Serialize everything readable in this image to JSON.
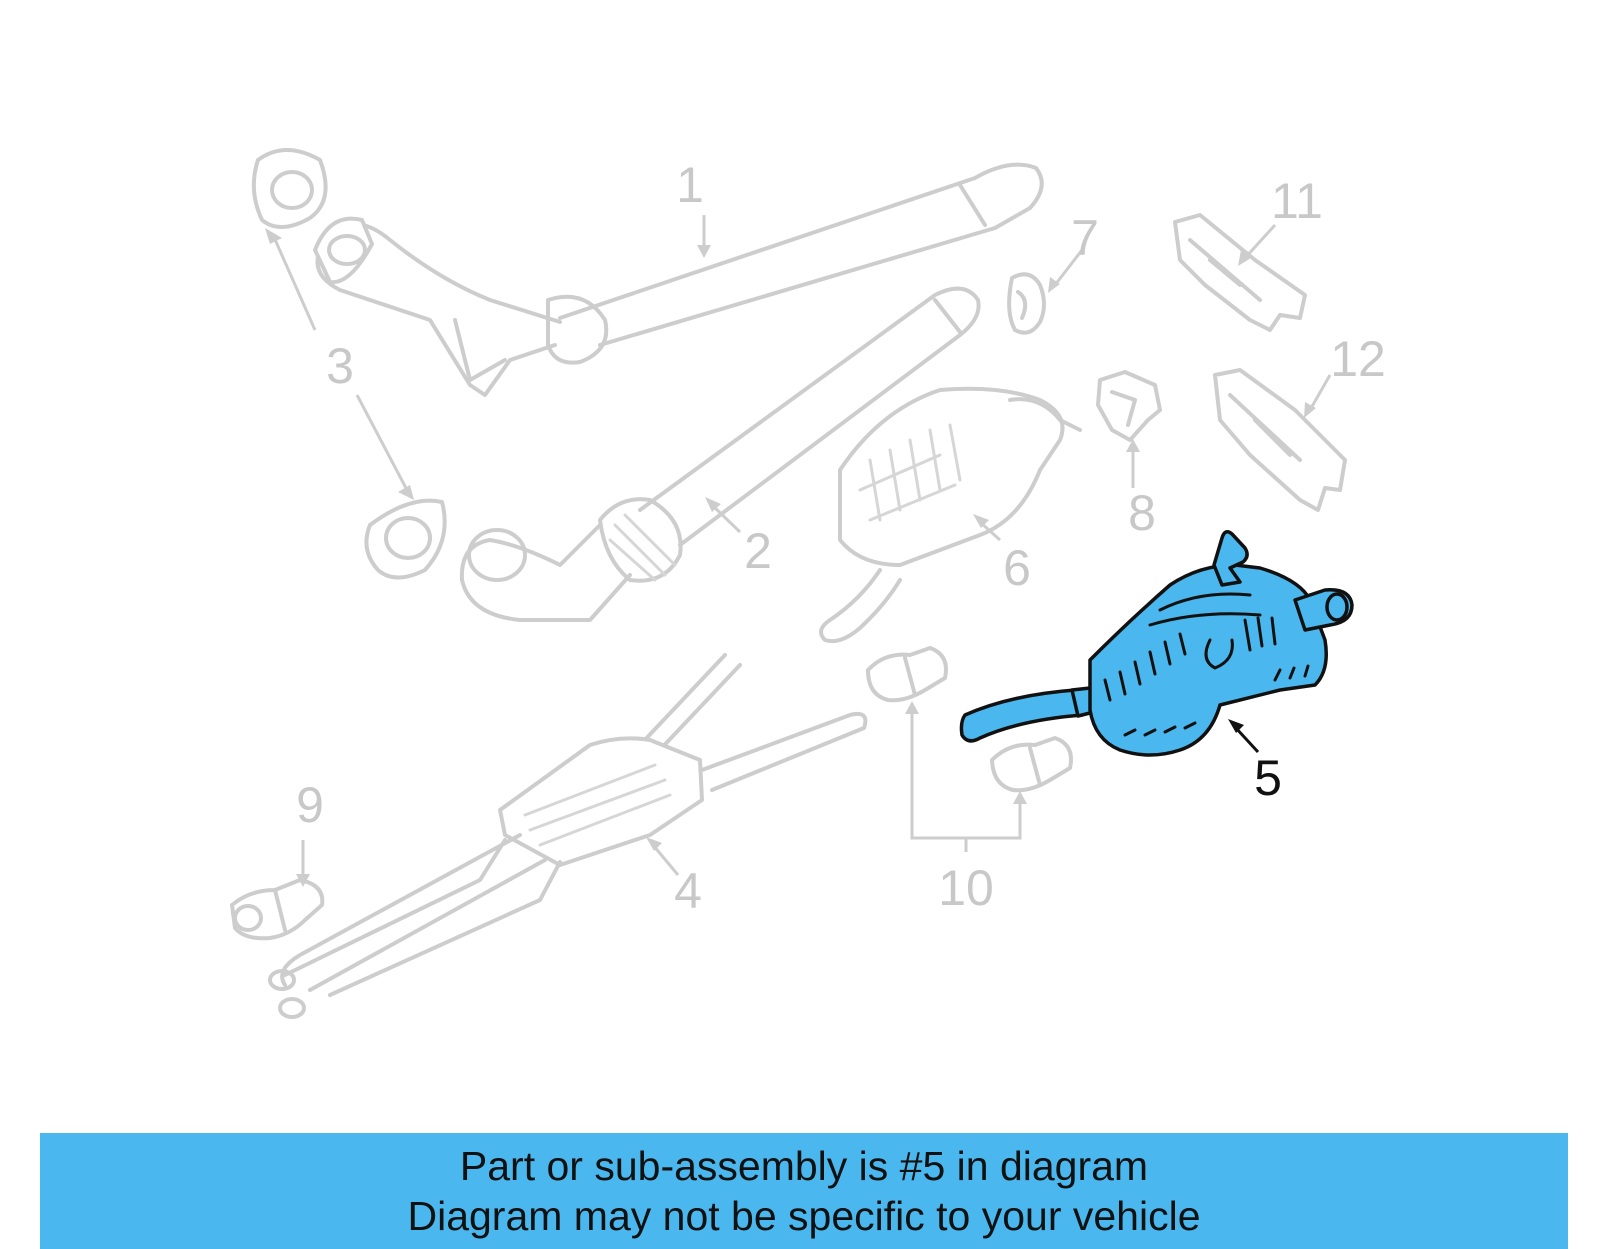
{
  "diagram": {
    "highlighted_part": "5",
    "callouts": [
      "1",
      "2",
      "3",
      "4",
      "5",
      "6",
      "7",
      "8",
      "9",
      "10",
      "11",
      "12"
    ],
    "colors": {
      "highlight": "#4ab8ee",
      "ghost": "#cdcdcd",
      "active_text": "#111111"
    }
  },
  "banner": {
    "line1": "Part or sub-assembly is #5 in diagram",
    "line2": "Diagram may not be specific to your vehicle",
    "color": "#4ab8ee"
  }
}
